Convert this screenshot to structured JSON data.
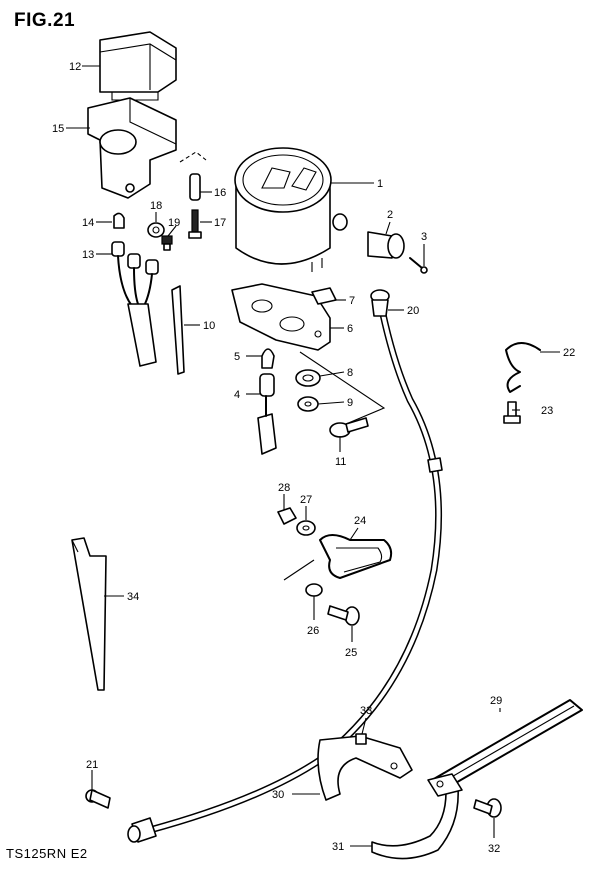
{
  "figure_title": "FIG.21",
  "model_code": "TS125RN  E2",
  "callouts": [
    "1",
    "2",
    "3",
    "4",
    "5",
    "6",
    "7",
    "8",
    "9",
    "10",
    "11",
    "12",
    "13",
    "14",
    "15",
    "16",
    "17",
    "18",
    "19",
    "20",
    "21",
    "22",
    "23",
    "24",
    "25",
    "26",
    "27",
    "28",
    "29",
    "30",
    "31",
    "32",
    "33",
    "34"
  ]
}
